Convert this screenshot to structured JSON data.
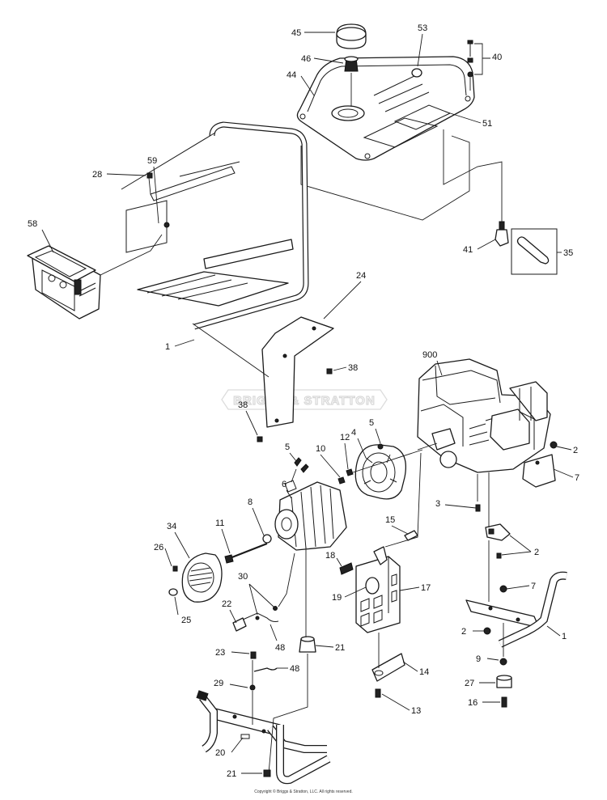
{
  "watermark": "BRIGGS & STRATTON",
  "copyright": "Copyright © Briggs & Stratton, LLC. All rights reserved.",
  "callouts": [
    "45",
    "53",
    "40",
    "46",
    "44",
    "51",
    "59",
    "28",
    "58",
    "41",
    "35",
    "24",
    "1",
    "38",
    "900",
    "38",
    "5",
    "2",
    "4",
    "5",
    "12",
    "10",
    "7",
    "3",
    "6",
    "8",
    "15",
    "34",
    "11",
    "26",
    "2",
    "18",
    "17",
    "19",
    "7",
    "30",
    "22",
    "25",
    "2",
    "1",
    "48",
    "21",
    "23",
    "9",
    "48",
    "14",
    "27",
    "29",
    "16",
    "13",
    "20",
    "21"
  ]
}
